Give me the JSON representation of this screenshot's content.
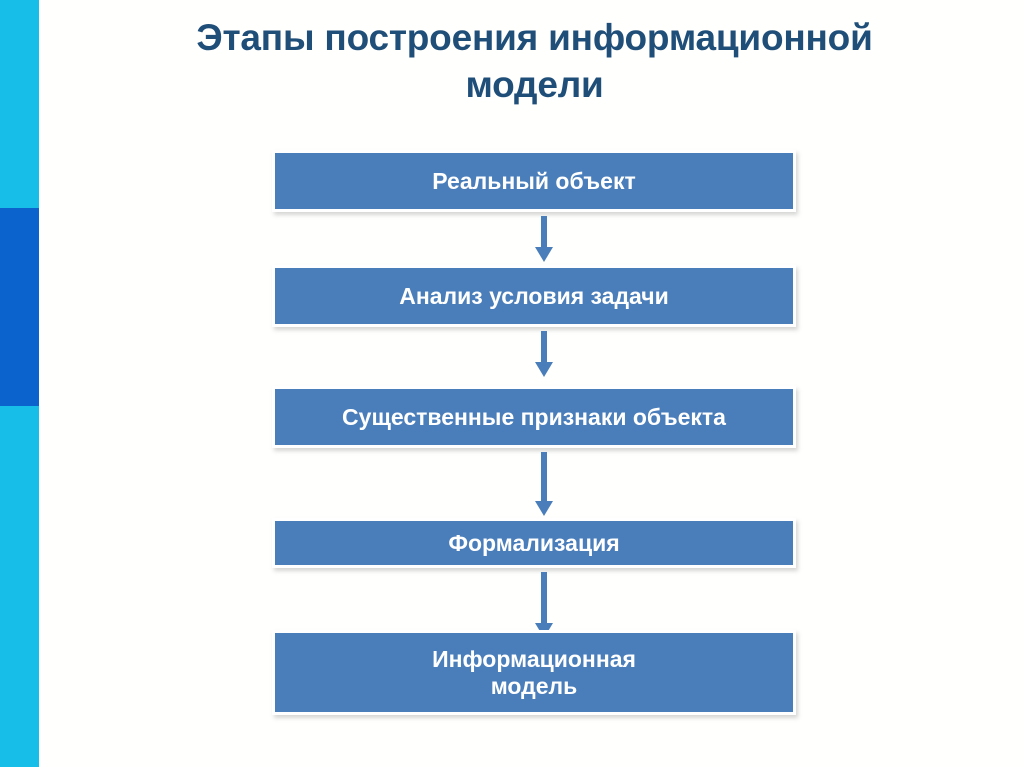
{
  "slide": {
    "title_line_1": "Этапы построения информационной",
    "title_line_2": "модели",
    "title_full": "Этапы построения информационной модели",
    "background_color": "#FFFFFF",
    "title_color": "#1F4E79"
  },
  "sidebar": {
    "name": "decorative-color-bar",
    "primary_color": "#17BEE8",
    "accent_color": "#0B63CE"
  },
  "diagram": {
    "type": "flowchart",
    "orientation": "vertical",
    "box_fill_color": "#4A7EBB",
    "box_border_color": "#FFFFFF",
    "box_text_color": "#FFFFFF",
    "arrow_color": "#4A7EBB",
    "steps": [
      {
        "index": 1,
        "label": "Реальный объект"
      },
      {
        "index": 2,
        "label": "Анализ условия задачи"
      },
      {
        "index": 3,
        "label": "Существенные признаки объекта"
      },
      {
        "index": 4,
        "label": "Формализация"
      },
      {
        "index": 5,
        "label_line_1": "Информационная",
        "label_line_2": "модель",
        "label": "Информационная модель"
      }
    ],
    "connectors": [
      {
        "from": 1,
        "to": 2,
        "icon": "arrow-down-icon"
      },
      {
        "from": 2,
        "to": 3,
        "icon": "arrow-down-icon"
      },
      {
        "from": 3,
        "to": 4,
        "icon": "arrow-down-icon"
      },
      {
        "from": 4,
        "to": 5,
        "icon": "arrow-down-icon"
      }
    ]
  }
}
